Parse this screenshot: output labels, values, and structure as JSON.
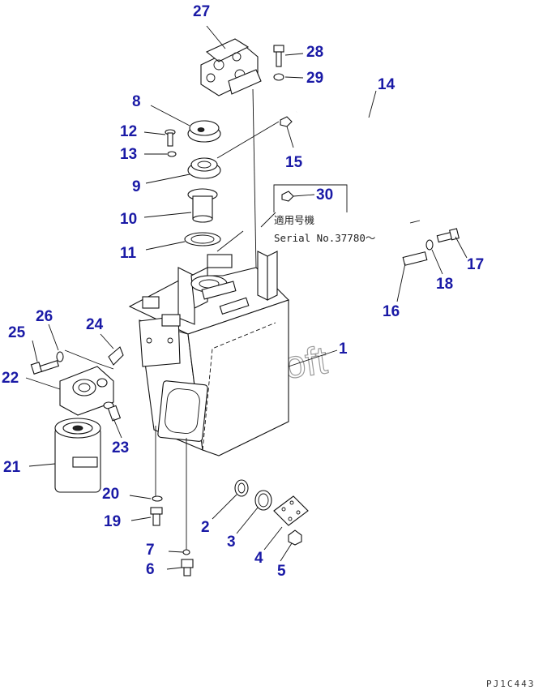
{
  "note": {
    "japanese": "適用号機",
    "serial": "Serial No.37780～"
  },
  "drawing_code": "PJ1C443",
  "watermark": "AutoSoft",
  "callouts": [
    {
      "id": "1",
      "label": "1"
    },
    {
      "id": "2",
      "label": "2"
    },
    {
      "id": "3",
      "label": "3"
    },
    {
      "id": "4",
      "label": "4"
    },
    {
      "id": "5",
      "label": "5"
    },
    {
      "id": "6",
      "label": "6"
    },
    {
      "id": "7",
      "label": "7"
    },
    {
      "id": "8",
      "label": "8"
    },
    {
      "id": "9",
      "label": "9"
    },
    {
      "id": "10",
      "label": "10"
    },
    {
      "id": "11",
      "label": "11"
    },
    {
      "id": "12",
      "label": "12"
    },
    {
      "id": "13",
      "label": "13"
    },
    {
      "id": "14",
      "label": "14"
    },
    {
      "id": "15",
      "label": "15"
    },
    {
      "id": "16",
      "label": "16"
    },
    {
      "id": "17",
      "label": "17"
    },
    {
      "id": "18",
      "label": "18"
    },
    {
      "id": "19",
      "label": "19"
    },
    {
      "id": "20",
      "label": "20"
    },
    {
      "id": "21",
      "label": "21"
    },
    {
      "id": "22",
      "label": "22"
    },
    {
      "id": "23",
      "label": "23"
    },
    {
      "id": "24",
      "label": "24"
    },
    {
      "id": "25",
      "label": "25"
    },
    {
      "id": "26",
      "label": "26"
    },
    {
      "id": "27",
      "label": "27"
    },
    {
      "id": "28",
      "label": "28"
    },
    {
      "id": "29",
      "label": "29"
    },
    {
      "id": "30",
      "label": "30"
    }
  ]
}
